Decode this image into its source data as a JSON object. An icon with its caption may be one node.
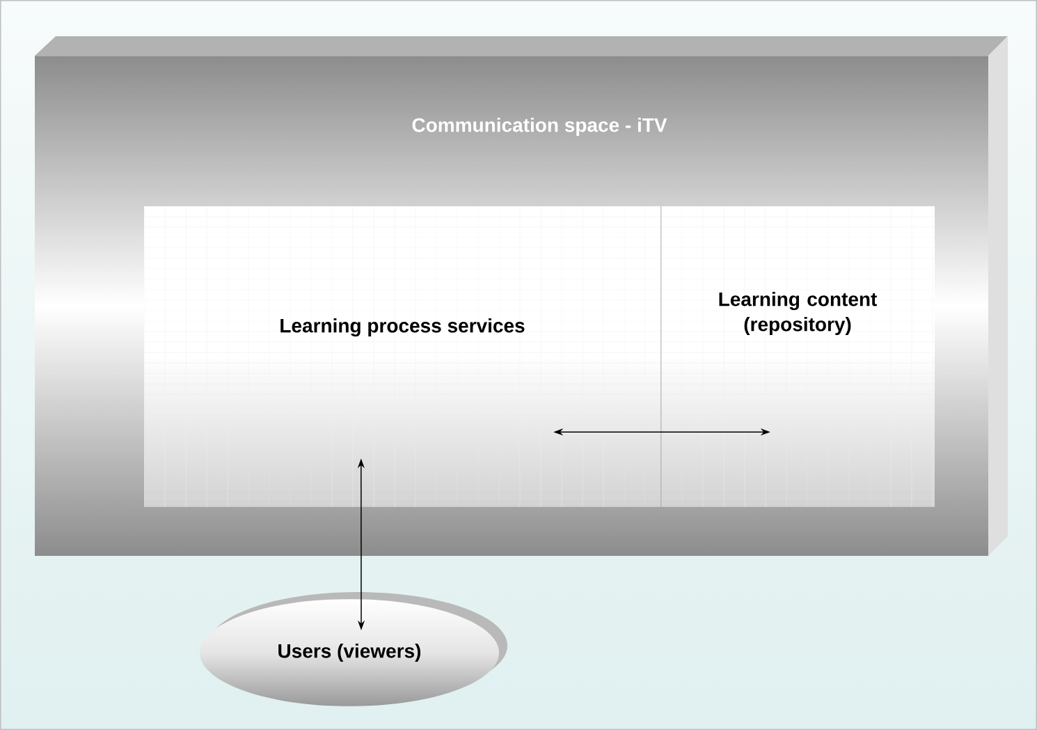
{
  "diagram": {
    "nodes": [
      {
        "text": [
          "Communication space - iTV"
        ]
      },
      {
        "text": [
          "Learning process services"
        ],
        "in": 0
      },
      {
        "text": [
          "Learning content (repository)"
        ],
        "in": 0
      },
      {
        "text": [
          "Users (viewers)"
        ]
      }
    ],
    "edges": [
      {
        "from": 1,
        "to": 2,
        "arrow": "both"
      },
      {
        "from": 1,
        "to": 3,
        "arrow": "both"
      }
    ]
  }
}
